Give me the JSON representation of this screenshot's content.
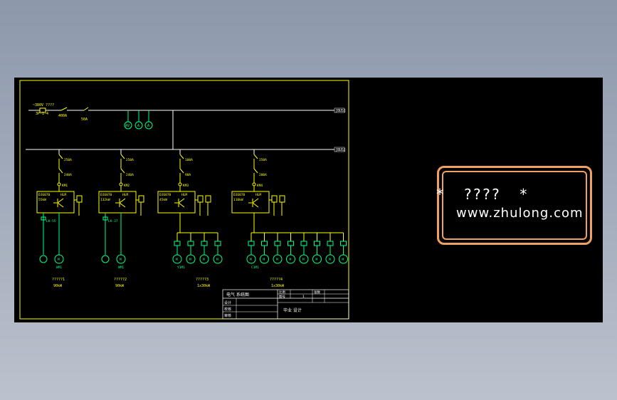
{
  "colors": {
    "frame": "#ffff00",
    "bus": "#ffffff",
    "component": "#ffff00",
    "motor": "#00ff88",
    "watermark": "#f0a060",
    "background": "#000000"
  },
  "drawing": {
    "incoming_label": "~380V ????",
    "incoming_sub": "3P-1-4",
    "incoming_breaker": "400A",
    "incoming_fuse": "50A",
    "bus1_tag": "[BUS]",
    "bus2_tag": "[BUS]",
    "meters": [
      "AV",
      "A",
      "A"
    ],
    "feeders": [
      {
        "breaker": "250A",
        "sub": "240A",
        "relay": "KM1",
        "drive_top": "DJ6070",
        "drive_sub": "55kW",
        "out": "HLM",
        "kw": "LK-55",
        "motor": "M",
        "motor_tag": "WM1",
        "name": "?????1",
        "power": "90kW"
      },
      {
        "breaker": "250A",
        "sub": "240A",
        "relay": "KM2",
        "drive_top": "DJ6070",
        "drive_sub": "132kW",
        "out": "HLM",
        "kw": "LK-37",
        "motor": "M",
        "motor_tag": "WM1",
        "name": "?????2",
        "power": "90kW"
      },
      {
        "breaker": "100A",
        "sub": "90A",
        "relay": "KM3",
        "drive_top": "DJ6070",
        "drive_sub": "45kW",
        "out": "HLM",
        "kw": "",
        "motor": "M",
        "motor_tag": "Y1M1",
        "name": "?????3",
        "power": "1x30kW"
      },
      {
        "breaker": "250A",
        "sub": "200A",
        "relay": "KM4",
        "drive_top": "DJ6070",
        "drive_sub": "110kW",
        "out": "HLM",
        "kw": "",
        "motor": "M",
        "motor_tag": "C1M1",
        "name": "?????4",
        "power": "1x30kW"
      }
    ],
    "title_block": {
      "drawing_name": "电气 系统图",
      "row_labels": [
        "设计",
        "校核",
        "审核"
      ],
      "cols_top": [
        "比例",
        "图号",
        "张数"
      ],
      "vals_top": [
        "",
        "1",
        ""
      ],
      "project": "毕业 设计"
    }
  },
  "watermark": {
    "line1": "*  ????  *",
    "line2": "www.zhulong.com"
  }
}
